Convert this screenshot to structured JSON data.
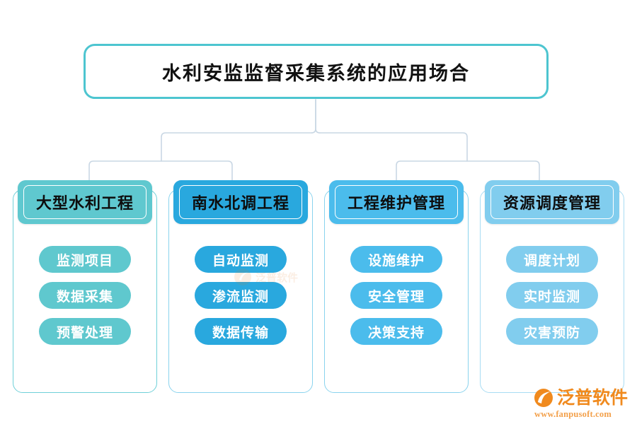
{
  "diagram": {
    "type": "org-tree",
    "root": {
      "label": "水利安监监督采集系统的应用场合"
    },
    "branches": [
      {
        "header": "大型水利工程",
        "accent": "#5fc8ce",
        "items": [
          "监测项目",
          "数据采集",
          "预警处理"
        ]
      },
      {
        "header": "南水北调工程",
        "accent": "#29a8de",
        "items": [
          "自动监测",
          "渗流监测",
          "数据传输"
        ]
      },
      {
        "header": "工程维护管理",
        "accent": "#4bbcec",
        "items": [
          "设施维护",
          "安全管理",
          "决策支持"
        ]
      },
      {
        "header": "资源调度管理",
        "accent": "#81cdee",
        "items": [
          "调度计划",
          "实时监测",
          "灾害预防"
        ]
      }
    ],
    "connector_color": "#c9d7e4",
    "root_border_color": "#4dc5d0"
  },
  "watermark": {
    "text": "泛普软件"
  },
  "brand": {
    "name": "泛普软件",
    "url": "www.fanpusoft.com",
    "color": "#f08a1e"
  }
}
